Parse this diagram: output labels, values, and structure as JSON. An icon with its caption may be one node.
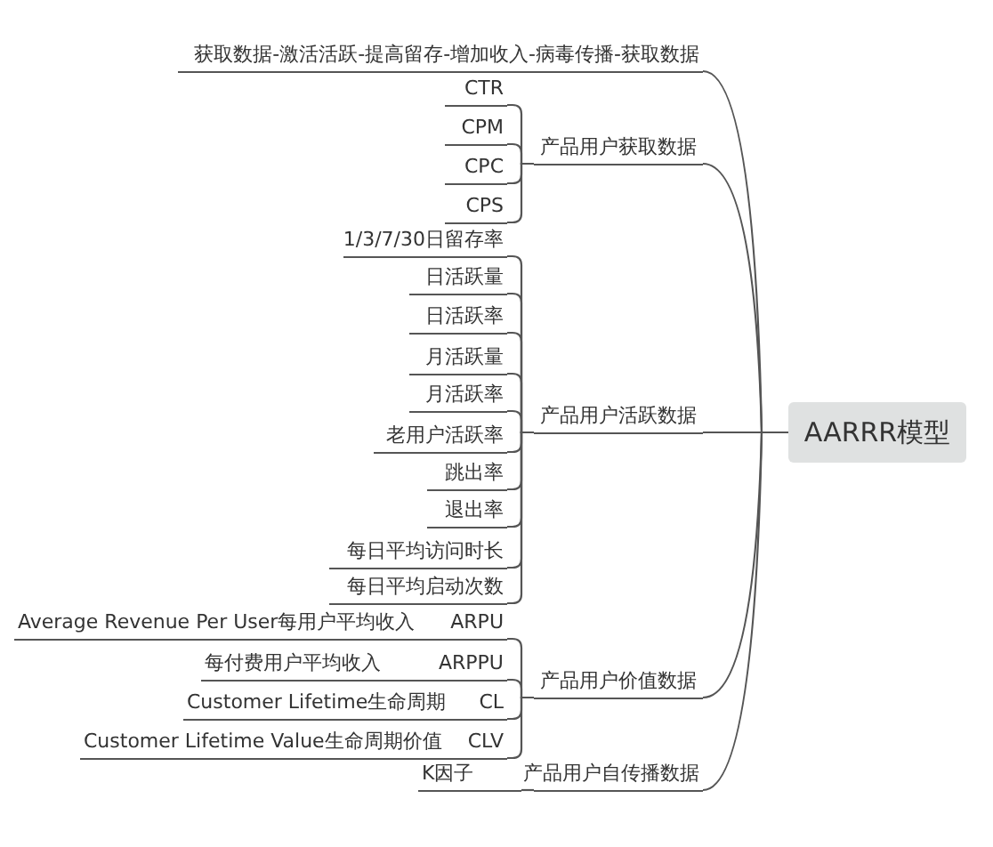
{
  "diagram": {
    "nodes": [
      {
        "text": [
          "AARRR模型"
        ]
      },
      {
        "text": [
          "获取数据-激活活跃-提高留存-增加收入-病毒传播-获取数据"
        ]
      },
      {
        "text": [
          "产品用户获取数据"
        ]
      },
      {
        "text": [
          "CTR"
        ]
      },
      {
        "text": [
          "CPM"
        ]
      },
      {
        "text": [
          "CPC"
        ]
      },
      {
        "text": [
          "CPS"
        ]
      },
      {
        "text": [
          "产品用户活跃数据"
        ]
      },
      {
        "text": [
          "1/3/7/30日留存率"
        ]
      },
      {
        "text": [
          "日活跃量"
        ]
      },
      {
        "text": [
          "日活跃率"
        ]
      },
      {
        "text": [
          "月活跃量"
        ]
      },
      {
        "text": [
          "月活跃率"
        ]
      },
      {
        "text": [
          "老用户活跃率"
        ]
      },
      {
        "text": [
          "跳出率"
        ]
      },
      {
        "text": [
          "退出率"
        ]
      },
      {
        "text": [
          "每日平均访问时长"
        ]
      },
      {
        "text": [
          "每日平均启动次数"
        ]
      },
      {
        "text": [
          "产品用户价值数据"
        ]
      },
      {
        "text": [
          "ARPU"
        ],
        "beside": [
          "Average Revenue Per User每用户平均收入"
        ]
      },
      {
        "text": [
          "ARPPU"
        ],
        "beside": [
          "每付费用户平均收入"
        ]
      },
      {
        "text": [
          "CL"
        ],
        "beside": [
          "Customer Lifetime生命周期"
        ]
      },
      {
        "text": [
          "CLV"
        ],
        "beside": [
          "Customer Lifetime Value生命周期价值"
        ]
      },
      {
        "text": [
          "产品用户自传播数据"
        ]
      },
      {
        "text": [
          "K因子"
        ]
      }
    ],
    "edges": [
      {
        "from": 0,
        "to": 1,
        "arrow": "none"
      },
      {
        "from": 0,
        "to": 2,
        "arrow": "none"
      },
      {
        "from": 2,
        "to": 3,
        "arrow": "none"
      },
      {
        "from": 2,
        "to": 4,
        "arrow": "none"
      },
      {
        "from": 2,
        "to": 5,
        "arrow": "none"
      },
      {
        "from": 2,
        "to": 6,
        "arrow": "none"
      },
      {
        "from": 0,
        "to": 7,
        "arrow": "none"
      },
      {
        "from": 7,
        "to": 8,
        "arrow": "none"
      },
      {
        "from": 7,
        "to": 9,
        "arrow": "none"
      },
      {
        "from": 7,
        "to": 10,
        "arrow": "none"
      },
      {
        "from": 7,
        "to": 11,
        "arrow": "none"
      },
      {
        "from": 7,
        "to": 12,
        "arrow": "none"
      },
      {
        "from": 7,
        "to": 13,
        "arrow": "none"
      },
      {
        "from": 7,
        "to": 14,
        "arrow": "none"
      },
      {
        "from": 7,
        "to": 15,
        "arrow": "none"
      },
      {
        "from": 7,
        "to": 16,
        "arrow": "none"
      },
      {
        "from": 7,
        "to": 17,
        "arrow": "none"
      },
      {
        "from": 0,
        "to": 18,
        "arrow": "none"
      },
      {
        "from": 18,
        "to": 19,
        "arrow": "none"
      },
      {
        "from": 18,
        "to": 20,
        "arrow": "none"
      },
      {
        "from": 18,
        "to": 21,
        "arrow": "none"
      },
      {
        "from": 18,
        "to": 22,
        "arrow": "none"
      },
      {
        "from": 0,
        "to": 23,
        "arrow": "none"
      },
      {
        "from": 23,
        "to": 24,
        "arrow": "none"
      }
    ]
  }
}
